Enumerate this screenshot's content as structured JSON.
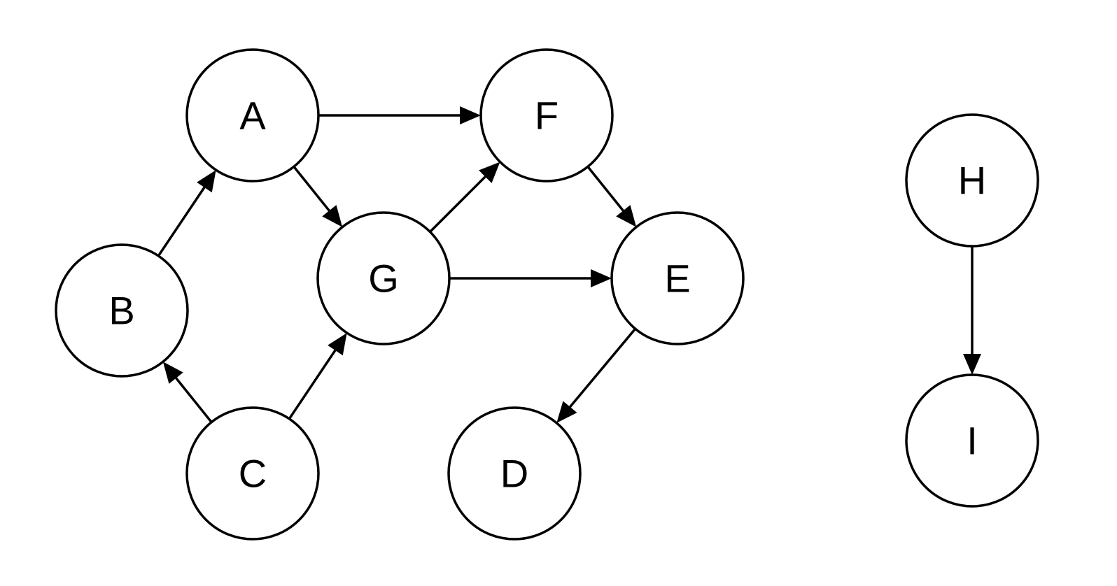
{
  "diagram": {
    "type": "directed-graph",
    "colors": {
      "stroke": "#000000",
      "fill": "#ffffff",
      "text": "#000000"
    },
    "nodes": [
      {
        "id": "A",
        "label": "A"
      },
      {
        "id": "B",
        "label": "B"
      },
      {
        "id": "C",
        "label": "C"
      },
      {
        "id": "D",
        "label": "D"
      },
      {
        "id": "E",
        "label": "E"
      },
      {
        "id": "F",
        "label": "F"
      },
      {
        "id": "G",
        "label": "G"
      },
      {
        "id": "H",
        "label": "H"
      },
      {
        "id": "I",
        "label": "I"
      }
    ],
    "edges": [
      {
        "from": "A",
        "to": "F"
      },
      {
        "from": "A",
        "to": "G"
      },
      {
        "from": "B",
        "to": "A"
      },
      {
        "from": "C",
        "to": "B"
      },
      {
        "from": "C",
        "to": "G"
      },
      {
        "from": "G",
        "to": "F"
      },
      {
        "from": "G",
        "to": "E"
      },
      {
        "from": "F",
        "to": "E"
      },
      {
        "from": "E",
        "to": "D"
      },
      {
        "from": "H",
        "to": "I"
      }
    ]
  }
}
